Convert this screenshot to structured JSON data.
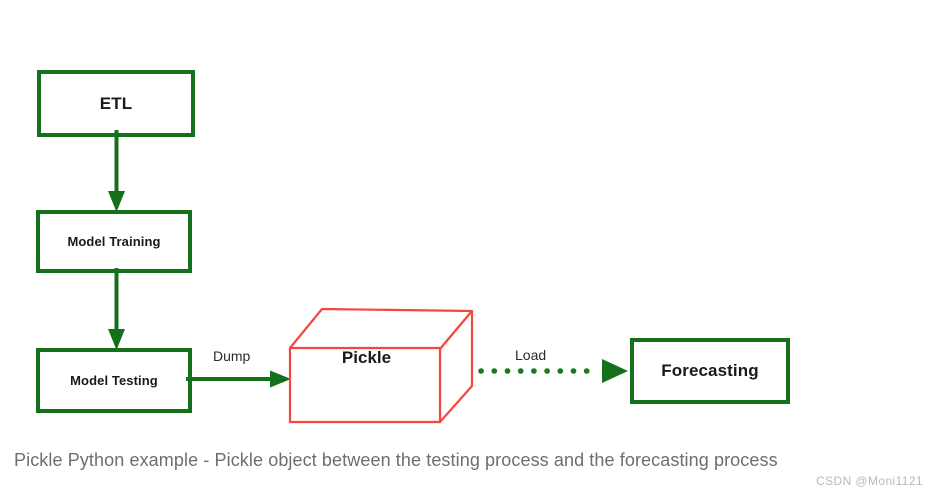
{
  "diagram": {
    "type": "flowchart",
    "title": "Pickle Python example",
    "colors": {
      "node_border_green": "#14701a",
      "pickle_red": "#f4483f",
      "arrow_green": "#14701a",
      "node_text": "#1a1a1a",
      "caption_text": "#6e6e6e",
      "watermark_text": "#b9b9b9",
      "background": "#ffffff"
    },
    "nodes": [
      {
        "id": "etl",
        "label": "ETL",
        "shape": "rectangle"
      },
      {
        "id": "model_training",
        "label": "Model Training",
        "shape": "rectangle"
      },
      {
        "id": "model_testing",
        "label": "Model Testing",
        "shape": "rectangle"
      },
      {
        "id": "pickle",
        "label": "Pickle",
        "shape": "cube-3d"
      },
      {
        "id": "forecasting",
        "label": "Forecasting",
        "shape": "rectangle"
      }
    ],
    "edges": [
      {
        "from": "etl",
        "to": "model_training",
        "label": "",
        "style": "solid-arrow",
        "direction": "down"
      },
      {
        "from": "model_training",
        "to": "model_testing",
        "label": "",
        "style": "solid-arrow",
        "direction": "down"
      },
      {
        "from": "model_testing",
        "to": "pickle",
        "label": "Dump",
        "style": "solid-arrow",
        "direction": "right"
      },
      {
        "from": "pickle",
        "to": "forecasting",
        "label": "Load",
        "style": "dotted-arrow",
        "direction": "right"
      }
    ]
  },
  "caption": {
    "text": "Pickle Python example - Pickle object between the testing process and the forecasting process"
  },
  "watermark": {
    "text": "CSDN @Moni1121"
  }
}
